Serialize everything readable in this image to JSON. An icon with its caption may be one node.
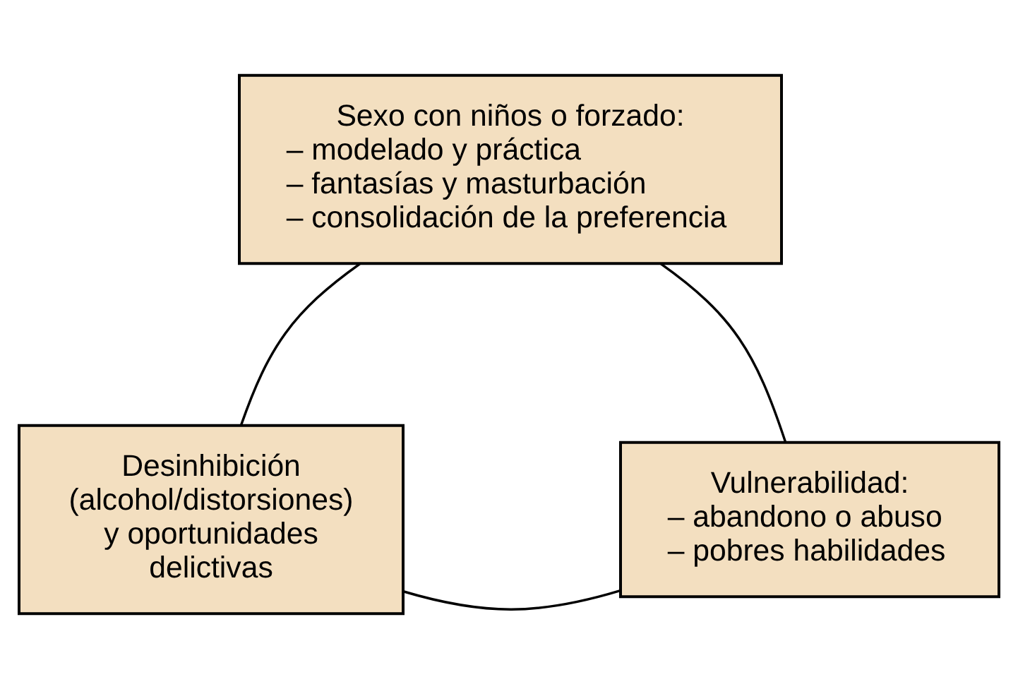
{
  "diagram": {
    "nodes": [
      {
        "text": [
          "Sexo con niños o forzado:",
          "– modelado y práctica",
          "– fantasías y masturbación",
          "– consolidación de la preferencia"
        ]
      },
      {
        "text": [
          "Vulnerabilidad:",
          "– abandono o abuso",
          "– pobres habilidades"
        ]
      },
      {
        "text": [
          "Desinhibición (alcohol/distorsiones) y oportunidades delictivas"
        ]
      }
    ],
    "edges": [
      {
        "from": 0,
        "to": 2,
        "arrow": "none"
      },
      {
        "from": 2,
        "to": 1,
        "arrow": "none"
      },
      {
        "from": 1,
        "to": 0,
        "arrow": "none"
      }
    ]
  }
}
